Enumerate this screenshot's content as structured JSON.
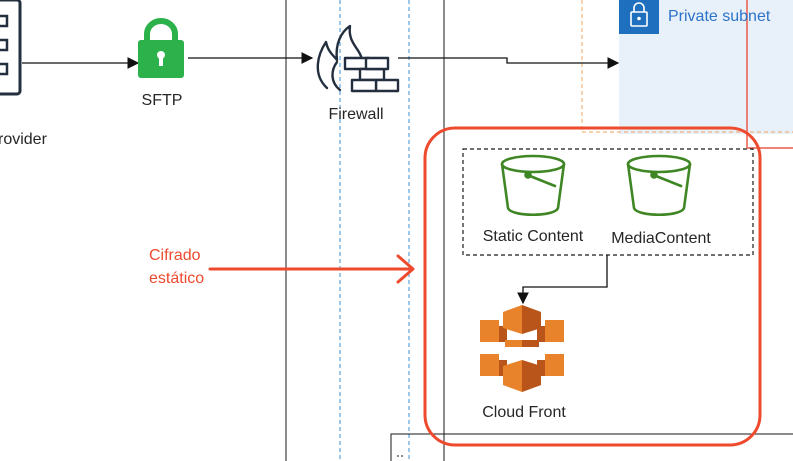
{
  "labels": {
    "provider": "rovider",
    "sftp": "SFTP",
    "firewall": "Firewall",
    "private_subnet": "Private subnet",
    "static_content": "Static Content",
    "media_content": "MediaContent",
    "cloud_front": "Cloud Front",
    "annotation": "Cifrado\nestático"
  },
  "icons": {
    "provider": "server-icon",
    "sftp": "padlock-icon",
    "firewall": "firewall-icon",
    "private_subnet": "padlock-icon",
    "static_content": "s3-bucket-icon",
    "media_content": "s3-bucket-icon",
    "cloud_front": "cloudfront-icon"
  },
  "colors": {
    "sftp_green": "#2db14b",
    "bucket_green": "#3f8624",
    "aws_orange": "#e8832b",
    "annotation_red": "#ee4a2e",
    "subnet_fill": "#e8f1f9",
    "subnet_blue": "#1f6fbf",
    "subnet_border_orange": "#f2a35e",
    "lane_blue": "#3d8fd1"
  }
}
